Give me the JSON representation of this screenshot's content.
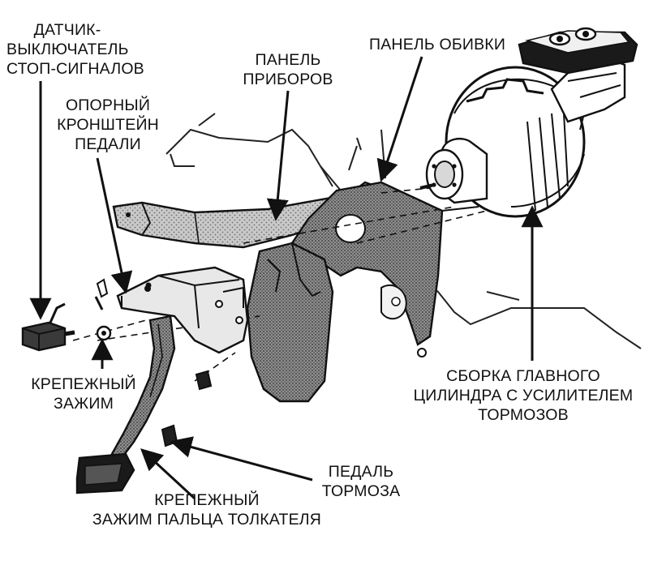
{
  "labels": {
    "brake_switch": {
      "lines": [
        "ДАТЧИК-",
        "ВЫКЛЮЧАТЕЛЬ",
        "СТОП-СИГНАЛОВ"
      ]
    },
    "pedal_bracket": {
      "lines": [
        "ОПОРНЫЙ",
        "КРОНШТЕЙН",
        "ПЕДАЛИ"
      ]
    },
    "instrument_panel": {
      "lines": [
        "ПАНЕЛЬ",
        "ПРИБОРОВ"
      ]
    },
    "trim_panel": {
      "lines": [
        "ПАНЕЛЬ ОБИВКИ"
      ]
    },
    "retainer_clip": {
      "lines": [
        "КРЕПЕЖНЫЙ",
        "ЗАЖИМ"
      ]
    },
    "master_cylinder": {
      "lines": [
        "СБОРКА ГЛАВНОГО",
        "ЦИЛИНДРА С УСИЛИТЕЛЕМ",
        "ТОРМОЗОВ"
      ]
    },
    "brake_pedal": {
      "lines": [
        "ПЕДАЛЬ",
        "ТОРМОЗА"
      ]
    },
    "pushrod_clip": {
      "lines": [
        "КРЕПЕЖНЫЙ",
        "ЗАЖИМ ПАЛЬЦА ТОЛКАТЕЛЯ"
      ]
    }
  }
}
